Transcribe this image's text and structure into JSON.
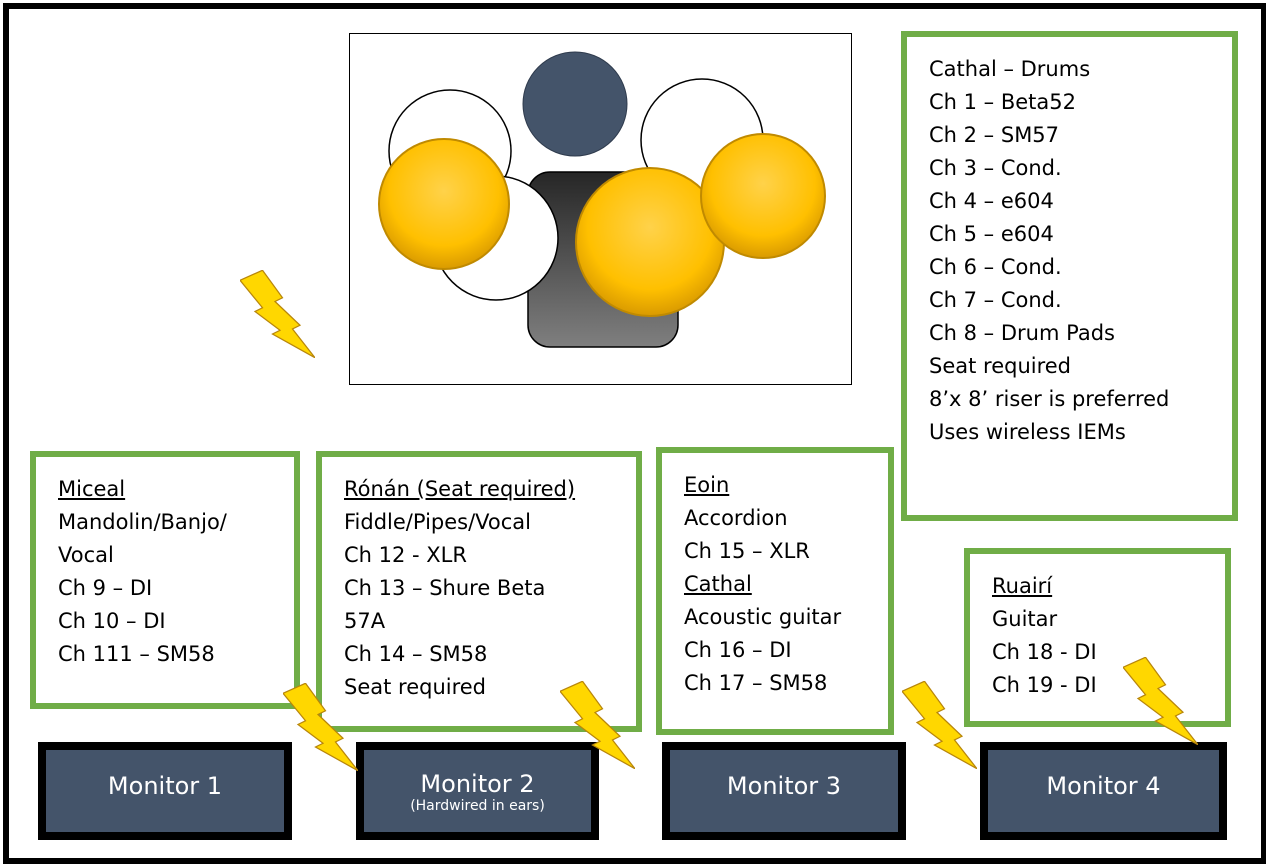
{
  "drummer": {
    "lines": [
      "Cathal – Drums",
      "Ch 1 – Beta52",
      "Ch 2 – SM57",
      "Ch 3 – Cond.",
      "Ch 4 – e604",
      "Ch 5 – e604",
      "Ch 6 – Cond.",
      "Ch 7 – Cond.",
      "Ch 8 – Drum Pads",
      "Seat required",
      "8’x 8’ riser is preferred",
      "Uses wireless IEMs"
    ]
  },
  "players": [
    {
      "name": "Miceal",
      "lines": [
        "Mandolin/Banjo/",
        "Vocal",
        "Ch 9 – DI",
        "Ch 10 – DI",
        "Ch 111 – SM58"
      ]
    },
    {
      "name": "Rónán (Seat required)",
      "lines": [
        "Fiddle/Pipes/Vocal",
        "Ch 12 - XLR",
        "Ch 13 – Shure Beta",
        "57A",
        "Ch 14 – SM58",
        "Seat required"
      ]
    },
    {
      "name": "Eoin",
      "lines": [
        "Accordion",
        "Ch 15 – XLR"
      ],
      "name2": "Cathal",
      "lines2": [
        "Acoustic guitar",
        "Ch 16 – DI",
        "Ch 17 – SM58"
      ]
    },
    {
      "name": "Ruairí",
      "lines": [
        "Guitar",
        "Ch 18 - DI",
        "Ch 19 - DI"
      ]
    }
  ],
  "monitors": [
    {
      "label": "Monitor 1",
      "sub": ""
    },
    {
      "label": "Monitor 2",
      "sub": "(Hardwired in ears)"
    },
    {
      "label": "Monitor 3",
      "sub": ""
    },
    {
      "label": "Monitor 4",
      "sub": ""
    }
  ],
  "colors": {
    "box_border": "#70ad47",
    "monitor_fill": "#44546a",
    "cymbal": "#ffc000",
    "bolt": "#ffd700"
  }
}
